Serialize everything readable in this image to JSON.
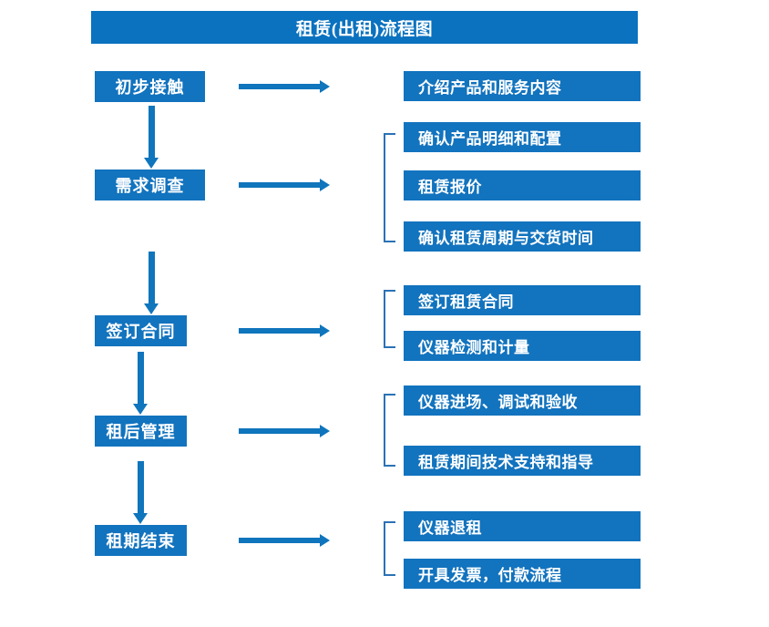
{
  "diagram": {
    "title": "租赁(出租)流程图",
    "colors": {
      "title_bar": "#0a72bf",
      "box": "#1273be",
      "arrow": "#0f75bc",
      "bracket": "#2a72b5",
      "text": "#ffffff",
      "background": "#ffffff"
    },
    "stages": [
      {
        "id": "stage-1",
        "label": "初步接触"
      },
      {
        "id": "stage-2",
        "label": "需求调查"
      },
      {
        "id": "stage-3",
        "label": "签订合同"
      },
      {
        "id": "stage-4",
        "label": "租后管理"
      },
      {
        "id": "stage-5",
        "label": "租期结束"
      }
    ],
    "details": [
      {
        "id": "detail-1-1",
        "label": "介绍产品和服务内容",
        "group": 1
      },
      {
        "id": "detail-2-1",
        "label": "确认产品明细和配置",
        "group": 2
      },
      {
        "id": "detail-2-2",
        "label": "租赁报价",
        "group": 2
      },
      {
        "id": "detail-2-3",
        "label": "确认租赁周期与交货时间",
        "group": 2
      },
      {
        "id": "detail-3-1",
        "label": "签订租赁合同",
        "group": 3
      },
      {
        "id": "detail-3-2",
        "label": "仪器检测和计量",
        "group": 3
      },
      {
        "id": "detail-4-1",
        "label": "仪器进场、调试和验收",
        "group": 4
      },
      {
        "id": "detail-4-2",
        "label": "租赁期间技术支持和指导",
        "group": 4
      },
      {
        "id": "detail-5-1",
        "label": "仪器退租",
        "group": 5
      },
      {
        "id": "detail-5-2",
        "label": "开具发票，付款流程",
        "group": 5
      }
    ],
    "connectors": {
      "horizontal_arrows": 5,
      "vertical_arrows": 4,
      "brackets": 4
    }
  }
}
